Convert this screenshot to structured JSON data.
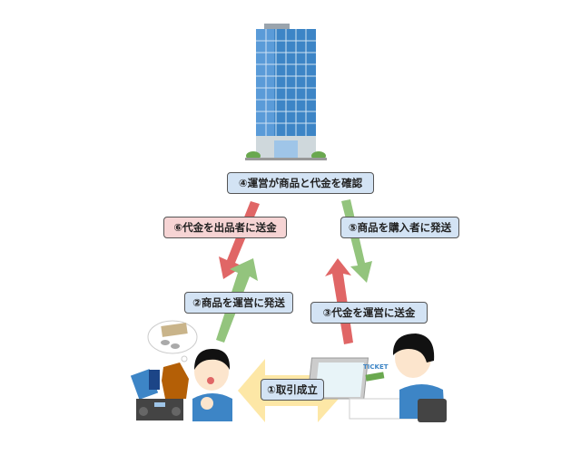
{
  "steps": {
    "step1": "①取引成立",
    "step2": "②商品を運営に発送",
    "step3": "③代金を運営に送金",
    "step4": "④運営が商品と代金を確認",
    "step5": "⑤商品を購入者に発送",
    "step6": "⑥代金を出品者に送金"
  },
  "illustration": {
    "ticket_text": "TICKET"
  },
  "colors": {
    "label_blue": "#d3e3f4",
    "label_pink": "#f6d4d4",
    "arrow_red": "#e06666",
    "arrow_green": "#93c47d",
    "arrow_yellow": "#fde7a6",
    "building_blue": "#3d85c6"
  }
}
